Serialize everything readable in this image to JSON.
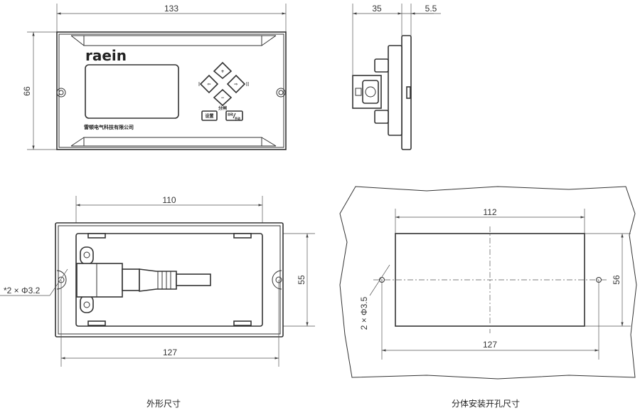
{
  "front_view": {
    "width_dim": "133",
    "height_dim": "66",
    "logo": "raein",
    "key_left_mark": "I",
    "key_right_mark": "II",
    "trip_label": "分闸",
    "set_button": "设置",
    "auto_label": "自动",
    "manual_label": "手动",
    "company": "雷顿电气科技有限公司"
  },
  "side_view": {
    "depth_dim": "35",
    "panel_dim": "5.5"
  },
  "rear_view": {
    "inner_width_dim": "110",
    "inner_height_dim": "55",
    "hole_spacing_dim": "127",
    "hole_label": "*2 × Φ3.2",
    "caption": "外形尺寸"
  },
  "cutout_view": {
    "width_dim": "112",
    "height_dim": "56",
    "hole_spacing_dim": "127",
    "hole_label": "2 × Φ3.5",
    "caption": "分体安装开孔尺寸"
  }
}
